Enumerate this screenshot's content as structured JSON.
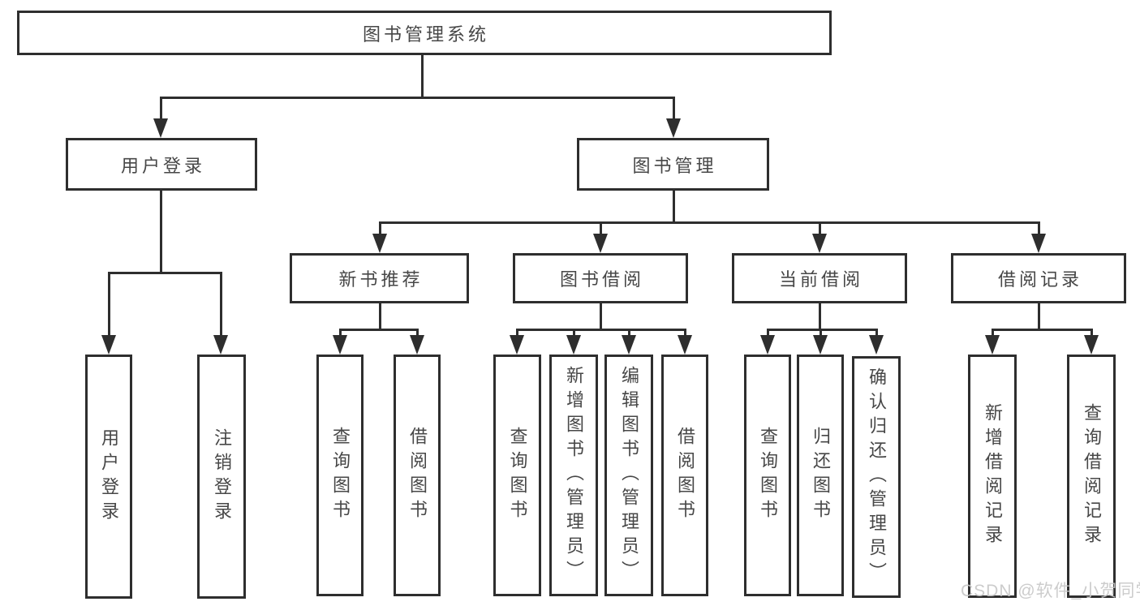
{
  "tree": {
    "label": "图书管理系统",
    "children": [
      {
        "label": "用户登录",
        "children": [
          {
            "label": "用户登录"
          },
          {
            "label": "注销登录"
          }
        ]
      },
      {
        "label": "图书管理",
        "children": [
          {
            "label": "新书推荐",
            "children": [
              {
                "label": "查询图书"
              },
              {
                "label": "借阅图书"
              }
            ]
          },
          {
            "label": "图书借阅",
            "children": [
              {
                "label": "查询图书"
              },
              {
                "label": "新增图书（管理员）"
              },
              {
                "label": "编辑图书（管理员）"
              },
              {
                "label": "借阅图书"
              }
            ]
          },
          {
            "label": "当前借阅",
            "children": [
              {
                "label": "查询图书"
              },
              {
                "label": "归还图书"
              },
              {
                "label": "确认归还（管理员）"
              }
            ]
          },
          {
            "label": "借阅记录",
            "children": [
              {
                "label": "新增借阅记录"
              },
              {
                "label": "查询借阅记录"
              }
            ]
          }
        ]
      }
    ]
  },
  "watermark": {
    "text": "CSDN @软件_小贺同学"
  },
  "colors": {
    "background": "#ffffff",
    "line": "#2e2e2e",
    "box_border": "#2e2e2e",
    "text": "#474747",
    "watermark": "#c8c8c8"
  }
}
